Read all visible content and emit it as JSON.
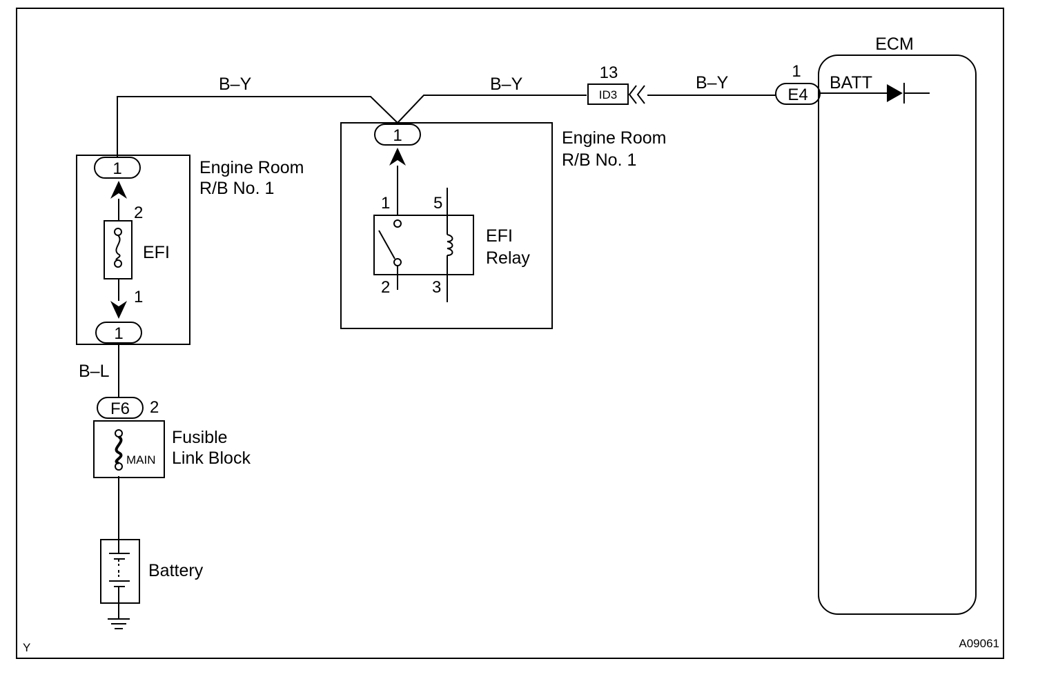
{
  "wires": {
    "left_top": "B–Y",
    "mid_top": "B–Y",
    "right_top": "B–Y",
    "fuse_to_link": "B–L"
  },
  "ecm": {
    "title": "ECM",
    "terminal": "BATT"
  },
  "connectors": {
    "id3": {
      "code": "ID3",
      "pin": "13"
    },
    "e4": {
      "code": "E4",
      "pin": "1"
    },
    "f6": {
      "code": "F6",
      "pin": "2"
    },
    "rb_efi_top": "1",
    "rb_efi_bottom": "1",
    "rb_relay_top": "1"
  },
  "rb_left": {
    "line1": "Engine Room",
    "line2": "R/B No. 1"
  },
  "rb_right": {
    "line1": "Engine Room",
    "line2": "R/B No. 1"
  },
  "efi_fuse": {
    "label": "EFI",
    "pin_top": "2",
    "pin_bottom": "1"
  },
  "efi_relay": {
    "line1": "EFI",
    "line2": "Relay",
    "pins": {
      "p1": "1",
      "p5": "5",
      "p2": "2",
      "p3": "3"
    }
  },
  "fusible_link": {
    "line1": "Fusible",
    "line2": "Link Block",
    "fuse": "MAIN"
  },
  "battery": {
    "label": "Battery"
  },
  "footer": {
    "left_mark": "Y",
    "figure_id": "A09061"
  }
}
